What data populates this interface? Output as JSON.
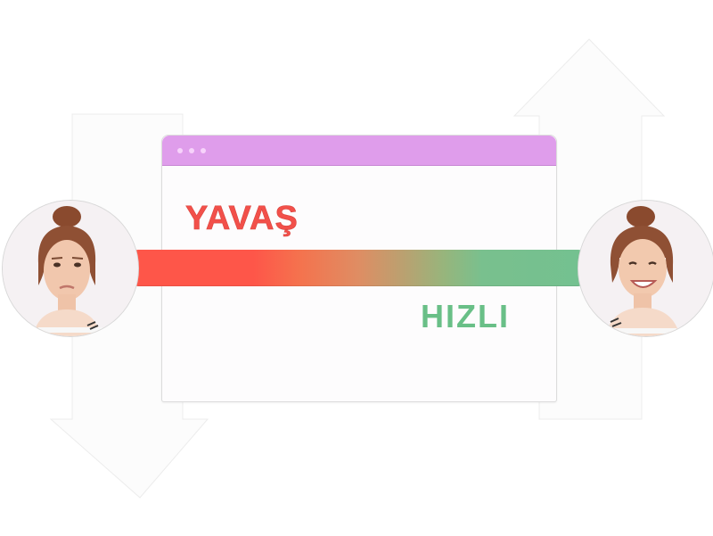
{
  "illustration": {
    "slow_label": "YAVAŞ",
    "fast_label": "HIZLI",
    "colors": {
      "window_bar": "#df9deb",
      "window_dots": "#f7d3fb",
      "slow": "#f2504a",
      "fast": "#69bf87",
      "gradient_start": "#fe5649",
      "gradient_end": "#73c190"
    },
    "browser_window": {
      "dots": 3
    },
    "avatars": [
      {
        "position": "left",
        "mood": "unhappy-face"
      },
      {
        "position": "right",
        "mood": "happy-face"
      }
    ],
    "arrows": [
      {
        "direction": "down",
        "position": "left"
      },
      {
        "direction": "up",
        "position": "right"
      }
    ]
  }
}
